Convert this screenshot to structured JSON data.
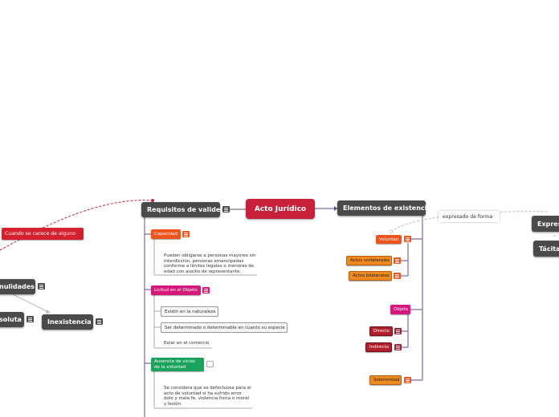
{
  "central": "Acto Jurídico",
  "left_main": "Requisitos de validez",
  "right_main": "Elementos de existencia",
  "expresado_de_forma": "expresado de forma",
  "expresa": "Expres",
  "tacita": "Tácita",
  "cuando_se_carece": "Cuando se carece de alguno",
  "nulidades": "nulidades",
  "absoluta": "soluta",
  "inexistencia": "Inexistencia",
  "capacidad": "Capacidad",
  "capacidad_text": "Pueden obligarse a personas mayores sin interdicción, personas emancipadas conforme a límites legales o menores de edad con auxilio de representante.",
  "licitud": "Licitud en el Objeto",
  "licitud_items": [
    "Existir en la naturaleza",
    "Ser determinado o determinable en cuanto su especie"
  ],
  "estar_comercio": "Estar en el comercio",
  "ausencia": "Ausencia de vicios de la voluntad",
  "ausencia_text": "Se considera que es defectuosa para el acto de voluntad si ha sufrido error dolo y mala fe, violencia física o moral y lesión.",
  "voluntad": "Voluntad",
  "actos_unilaterales": "Actos unilaterales",
  "actos_bilaterales": "Actos bilaterales",
  "objeto": "Objeto",
  "directo": "Directo",
  "indirecto": "Indirecto",
  "solemnidad": "Solemnidad"
}
